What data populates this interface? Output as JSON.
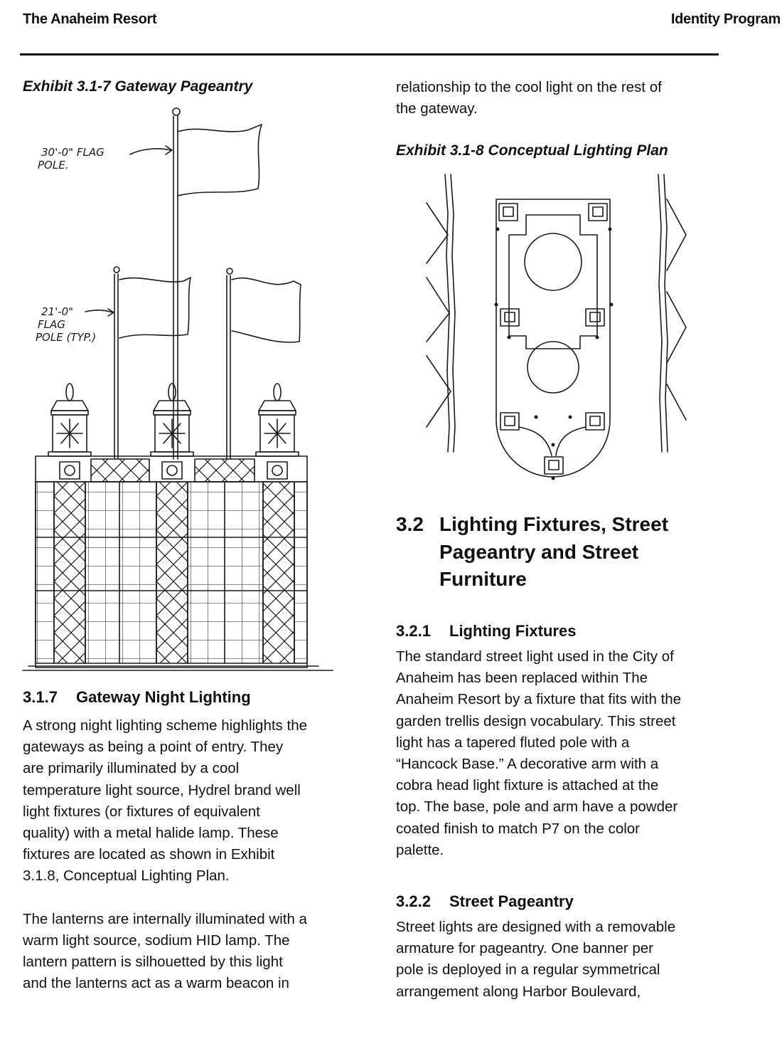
{
  "header": {
    "left": "The Anaheim Resort",
    "right": "Identity Program"
  },
  "left_column": {
    "exhibit_title": "Exhibit 3.1-7  Gateway Pageantry",
    "sketch_labels": {
      "label_30_line1": "30'-0\" FLAG",
      "label_30_line2": "POLE.",
      "label_21_line1": "21'-0\"",
      "label_21_line2": "FLAG",
      "label_21_line3": "POLE (TYP.)"
    },
    "section_number": "3.1.7",
    "section_title": "Gateway Night Lighting",
    "paragraph1": [
      "A strong night lighting scheme highlights the",
      "gateways as being a point of entry.  They",
      "are primarily illuminated by a cool",
      "temperature light source, Hydrel brand well",
      "light fixtures (or fixtures of equivalent",
      "quality) with a metal halide lamp. These",
      "fixtures are located as shown in Exhibit",
      "3.1.8, Conceptual Lighting Plan."
    ],
    "paragraph2": [
      "The lanterns are internally illuminated with a",
      "warm light source, sodium HID lamp.  The",
      "lantern pattern is silhouetted by this light",
      "and the lanterns act as a warm beacon in"
    ]
  },
  "right_column": {
    "continued_text": [
      "relationship to the cool light on the rest of",
      "the gateway."
    ],
    "exhibit_title": "Exhibit 3.1-8  Conceptual Lighting Plan",
    "main_section": {
      "number": "3.2",
      "title_lines": [
        "Lighting Fixtures, Street",
        "Pageantry and Street",
        "Furniture"
      ]
    },
    "sub1": {
      "number": "3.2.1",
      "title": "Lighting Fixtures",
      "lines": [
        "The standard street light used in the City of",
        "Anaheim has been replaced within The",
        "Anaheim Resort by a fixture that fits with the",
        "garden trellis design vocabulary.  This street",
        "light has a tapered fluted pole with a",
        "“Hancock Base.” A decorative arm with a",
        "cobra head light fixture is attached at the",
        "top.  The base, pole and arm have a powder",
        "coated finish to match P7 on the color",
        "palette."
      ]
    },
    "sub2": {
      "number": "3.2.2",
      "title": "Street Pageantry",
      "lines": [
        "Street lights are designed with a removable",
        "armature for pageantry.  One banner per",
        "pole is deployed in a regular symmetrical",
        "arrangement along Harbor Boulevard,"
      ]
    }
  }
}
